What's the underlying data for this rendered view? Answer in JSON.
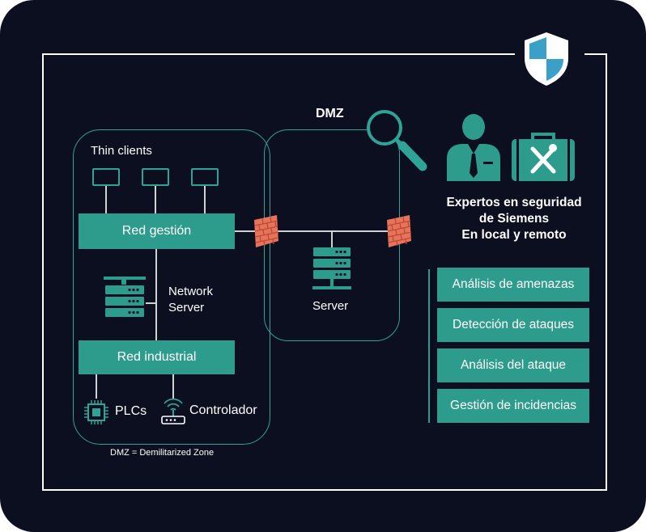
{
  "labels": {
    "dmz_title": "DMZ",
    "thin_clients": "Thin clients",
    "red_gestion": "Red gestión",
    "network_server_line1": "Network",
    "network_server_line2": "Server",
    "server": "Server",
    "red_industrial": "Red industrial",
    "plcs": "PLCs",
    "controlador": "Controlador",
    "footnote": "DMZ = Demilitarized Zone"
  },
  "experts": {
    "line1": "Expertos en seguridad",
    "line2": "de Siemens",
    "line3": "En local y remoto"
  },
  "services": [
    "Análisis de amenazas",
    "Detección de ataques",
    "Análisis del ataque",
    "Gestión de incidencias"
  ],
  "colors": {
    "background": "#0b0f20",
    "accent": "#2e9c8c",
    "firewall": "#e8735a",
    "shield": "#3aa0c8"
  },
  "icons": [
    "shield-icon",
    "magnifier-icon",
    "person-icon",
    "toolbox-icon",
    "firewall-icon",
    "server-icon",
    "monitor-icon",
    "chip-icon",
    "router-icon"
  ]
}
